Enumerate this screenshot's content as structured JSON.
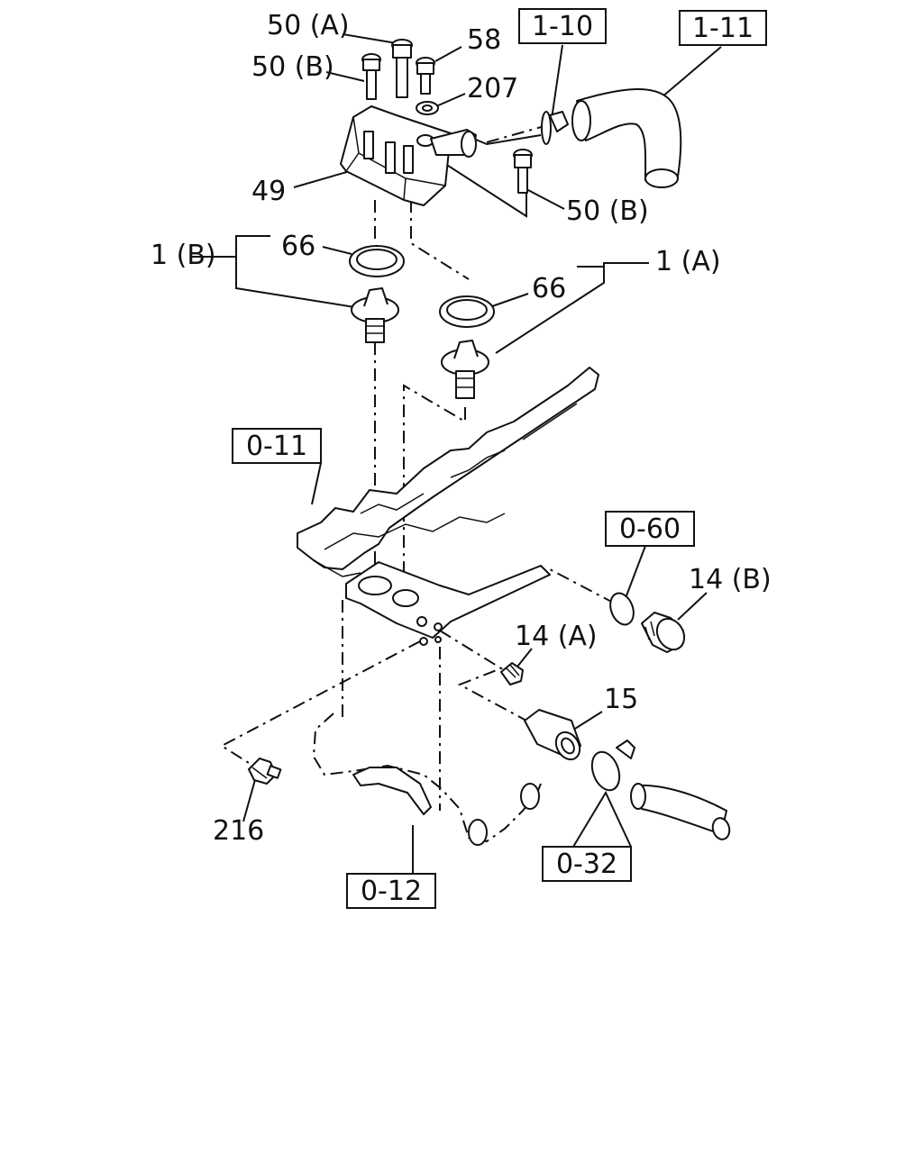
{
  "labels": {
    "l50a": "50 (A)",
    "l58": "58",
    "l50b_top": "50 (B)",
    "l207": "207",
    "l49": "49",
    "l50b_right": "50 (B)",
    "l66_left": "66",
    "l1b": "1 (B)",
    "l66_right": "66",
    "l1a": "1 (A)",
    "l14b": "14 (B)",
    "l14a": "14 (A)",
    "l15": "15",
    "l216": "216"
  },
  "refs": {
    "r1_10": "1-10",
    "r1_11": "1-11",
    "r0_11": "0-11",
    "r0_60": "0-60",
    "r0_32": "0-32",
    "r0_12": "0-12"
  }
}
